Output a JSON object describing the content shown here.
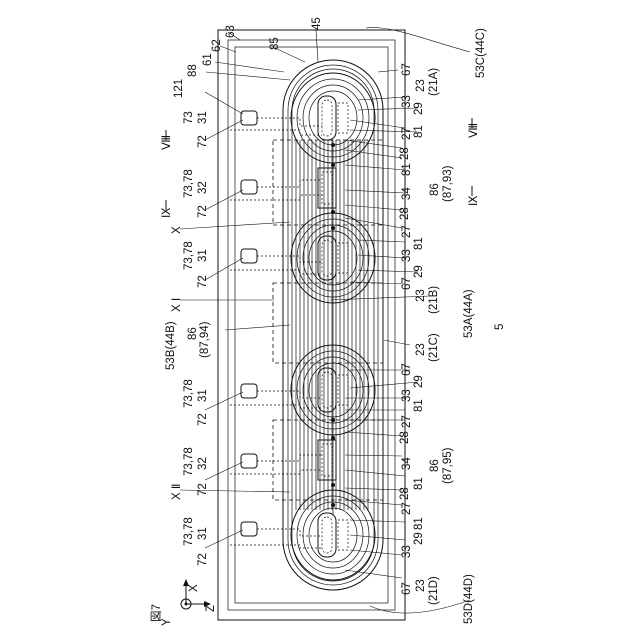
{
  "figure": {
    "fig_label": "図7",
    "figure_number": "5",
    "axes": {
      "x": "X",
      "y": "Y",
      "z": "Z"
    }
  },
  "section_marks": {
    "viii": "Ⅷ",
    "ix": "Ⅸ",
    "x": "X",
    "xi": "X Ⅰ",
    "xii": "X Ⅱ"
  },
  "labels": {
    "n63": "63",
    "n62": "62",
    "n61": "61",
    "n88": "88",
    "n85": "85",
    "n45": "45",
    "n121": "121",
    "n53c": "53C(44C)",
    "n53a": "53A(44A)",
    "n53b": "53B(44B)",
    "n53d": "53D(44D)",
    "n86a": "86",
    "n86a_sub": "(87,93)",
    "n86b": "86",
    "n86b_sub": "(87,94)",
    "n86c": "86",
    "n86c_sub": "(87,95)",
    "n67": "67",
    "n23": "23",
    "n21a": "(21A)",
    "n21b": "(21B)",
    "n21c": "(21C)",
    "n21d": "(21D)",
    "n33": "33",
    "n29": "29",
    "n27": "27",
    "n81": "81",
    "n28": "28",
    "n34": "34",
    "n73": "73",
    "n72": "72",
    "n31": "31",
    "n32": "32",
    "n78": "78",
    "n73_78": "73,78",
    "n23_21a": "23",
    "n27_28": "27",
    "n29b": "29"
  }
}
